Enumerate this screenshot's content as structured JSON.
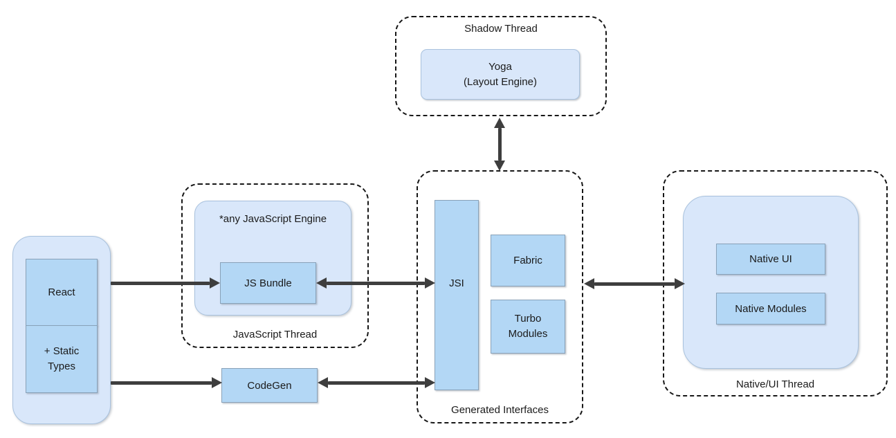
{
  "colors": {
    "node_fill": "#b3d7f5",
    "node_border": "#88a1b8",
    "group_fill": "#d9e7fa",
    "group_border": "#a9c2de",
    "dashed_border": "#161616",
    "arrow": "#3e3e3e",
    "background": "#ffffff",
    "text": "#1a1a1a"
  },
  "left_stack": {
    "react_label": "React",
    "static_types_label": "+ Static\nTypes"
  },
  "javascript_thread": {
    "label": "JavaScript Thread",
    "engine_label": "*any JavaScript Engine",
    "js_bundle_label": "JS Bundle"
  },
  "codegen": {
    "label": "CodeGen"
  },
  "shadow_thread": {
    "label": "Shadow Thread",
    "yoga_label": "Yoga\n(Layout Engine)"
  },
  "generated_interfaces": {
    "label": "Generated Interfaces",
    "jsi_label": "JSI",
    "fabric_label": "Fabric",
    "turbo_modules_label": "Turbo\nModules"
  },
  "native_thread": {
    "label": "Native/UI Thread",
    "native_ui_label": "Native UI",
    "native_modules_label": "Native Modules"
  },
  "connections": [
    {
      "from": "react-static-types",
      "to": "js-bundle",
      "direction": "one-way"
    },
    {
      "from": "react-static-types",
      "to": "codegen",
      "direction": "one-way"
    },
    {
      "from": "js-bundle",
      "to": "jsi",
      "direction": "two-way"
    },
    {
      "from": "codegen",
      "to": "jsi",
      "direction": "two-way"
    },
    {
      "from": "yoga-shadow-thread",
      "to": "generated-interfaces",
      "direction": "two-way"
    },
    {
      "from": "generated-interfaces",
      "to": "native-ui-thread",
      "direction": "two-way"
    }
  ]
}
